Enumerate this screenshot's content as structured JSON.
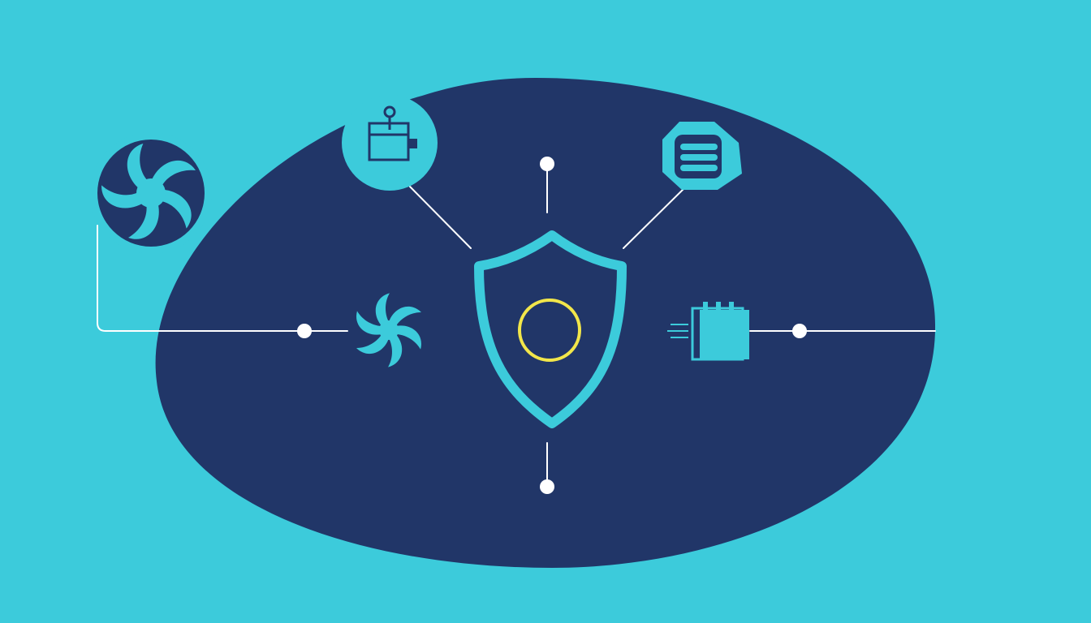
{
  "diagram": {
    "colors": {
      "background": "#3ccbdb",
      "panel": "#213668",
      "accent": "#3ccbdb",
      "connector": "#ffffff",
      "highlight": "#f2e64a"
    },
    "center_node": {
      "icon": "shield-icon",
      "status_indicator": "circle-indicator"
    },
    "nodes": [
      {
        "key": "fan-large",
        "icon": "fan-icon",
        "style": "filled-circle"
      },
      {
        "key": "fan-small",
        "icon": "fan-icon",
        "style": "glyph"
      },
      {
        "key": "appliance",
        "icon": "appliance-icon",
        "style": "filled-circle"
      },
      {
        "key": "database",
        "icon": "database-icon",
        "style": "octagon-badge"
      },
      {
        "key": "chip",
        "icon": "chip-icon",
        "style": "glyph"
      }
    ],
    "connection_points": [
      "top",
      "bottom",
      "left",
      "right"
    ]
  }
}
